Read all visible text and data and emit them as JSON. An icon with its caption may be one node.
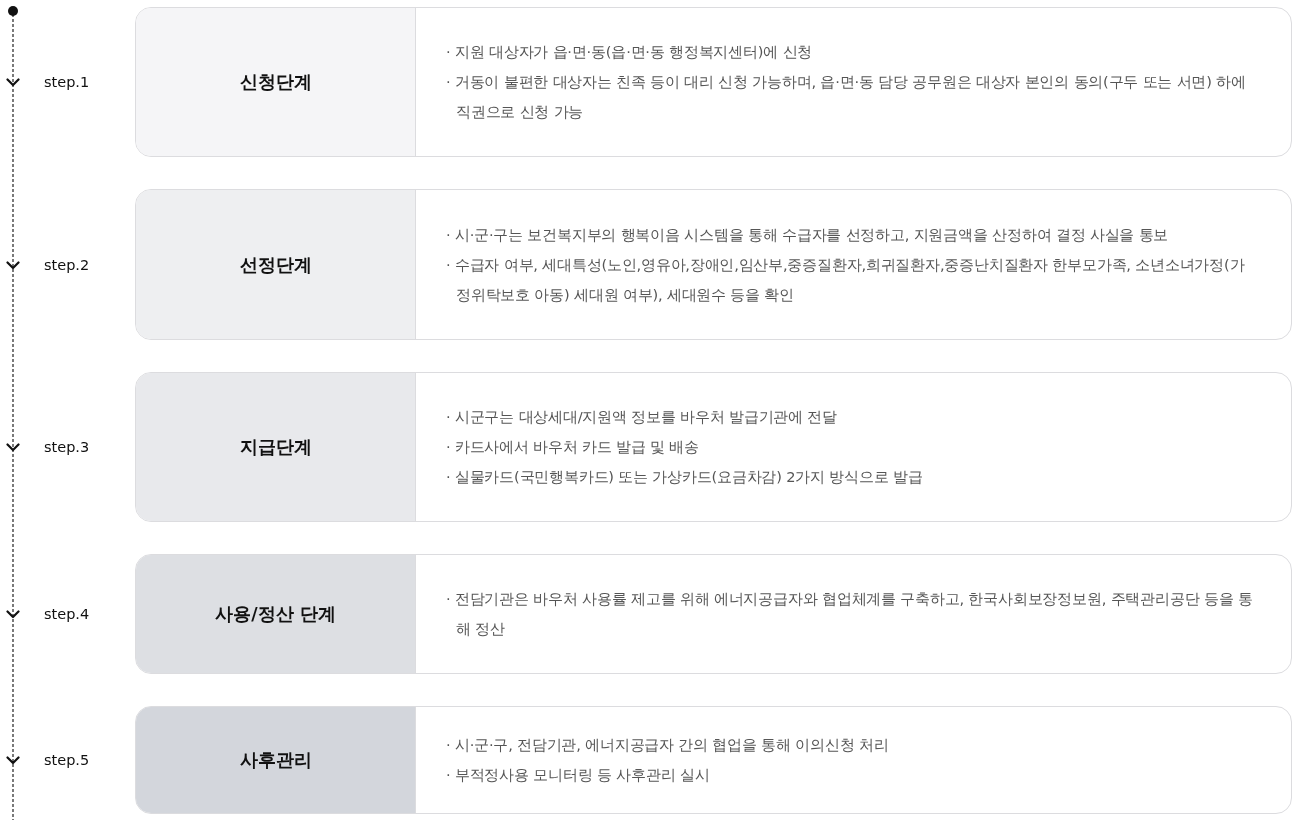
{
  "diagram": {
    "nodes": [
      {
        "text": [
          "신청단계",
          "· 지원 대상자가 읍·면·동(읍·면·동 행정복지센터)에 신청",
          "· 거동이 불편한 대상자는 친족 등이 대리 신청 가능하며, 읍·면·동 담당 공무원은 대상자 본인의 동의(구두 또는 서면) 하에 직권으로 신청 가능"
        ],
        "beside": [
          "step.1"
        ]
      },
      {
        "text": [
          "선정단계",
          "· 시·군·구는 보건복지부의 행복이음 시스템을 통해 수급자를 선정하고, 지원금액을 산정하여 결정 사실을 통보",
          "· 수급자 여부, 세대특성(노인,영유아,장애인,임산부,중증질환자,희귀질환자,중증난치질환자 한부모가족, 소년소녀가정(가정위탁보호 아동) 세대원 여부), 세대원수 등을 확인"
        ],
        "beside": [
          "step.2"
        ]
      },
      {
        "text": [
          "지급단계",
          "· 시군구는 대상세대/지원액 정보를 바우처 발급기관에 전달",
          "· 카드사에서 바우처 카드 발급 및 배송",
          "· 실물카드(국민행복카드) 또는 가상카드(요금차감) 2가지 방식으로 발급"
        ],
        "beside": [
          "step.3"
        ]
      },
      {
        "text": [
          "사용/정산 단계",
          "· 전담기관은 바우처 사용률 제고를 위해 에너지공급자와 협업체계를 구축하고, 한국사회보장정보원, 주택관리공단 등을 통해 정산"
        ],
        "beside": [
          "step.4"
        ]
      },
      {
        "text": [
          "사후관리",
          "· 시·군·구, 전담기관, 에너지공급자 간의 협업을 통해 이의신청 처리",
          "· 부적정사용 모니터링 등 사후관리 실시"
        ],
        "beside": [
          "step.5"
        ]
      }
    ]
  }
}
